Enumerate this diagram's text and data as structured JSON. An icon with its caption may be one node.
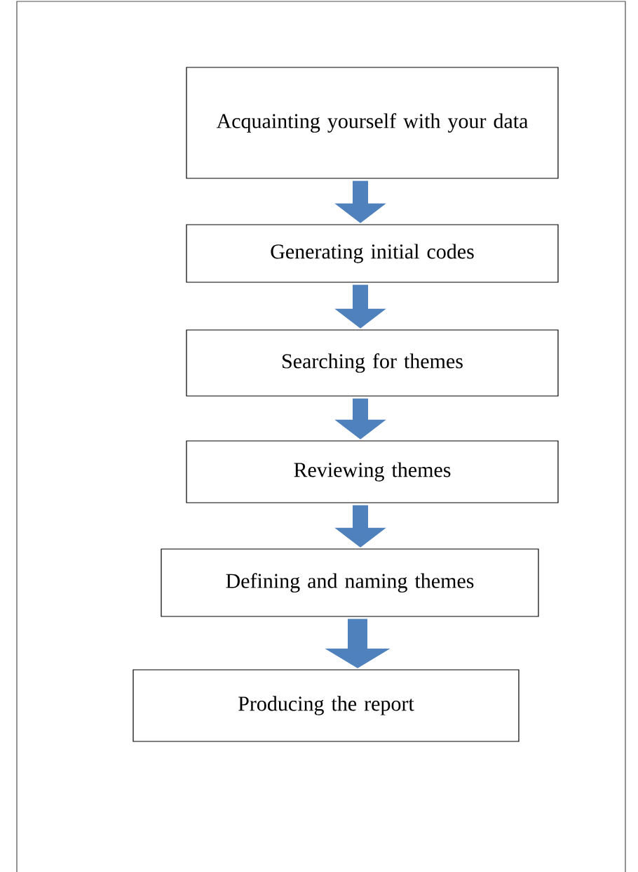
{
  "diagram": {
    "nodes": [
      {
        "text": [
          "Acquainting yourself with your data"
        ]
      },
      {
        "text": [
          "Generating initial codes"
        ]
      },
      {
        "text": [
          "Searching for themes"
        ]
      },
      {
        "text": [
          "Reviewing themes"
        ]
      },
      {
        "text": [
          "Defining and naming themes"
        ]
      },
      {
        "text": [
          "Producing the report"
        ]
      }
    ],
    "edges": [
      {
        "from": 0,
        "to": 1,
        "arrow": "to"
      },
      {
        "from": 1,
        "to": 2,
        "arrow": "to"
      },
      {
        "from": 2,
        "to": 3,
        "arrow": "to"
      },
      {
        "from": 3,
        "to": 4,
        "arrow": "to"
      },
      {
        "from": 4,
        "to": 5,
        "arrow": "to"
      }
    ]
  }
}
